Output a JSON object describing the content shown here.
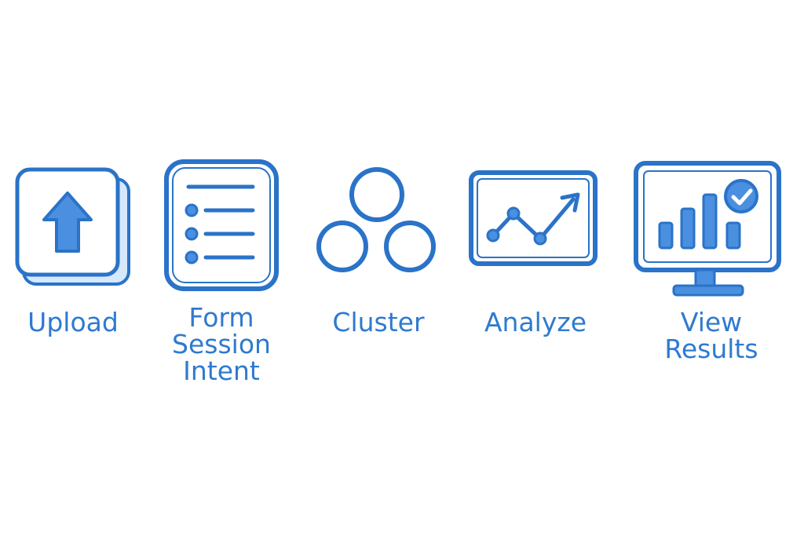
{
  "colors": {
    "stroke": "#2a73c8",
    "fill_light": "#d6e8fb",
    "fill_mid": "#4a8fe0",
    "text": "#2e7ad0"
  },
  "steps": [
    {
      "icon": "upload-icon",
      "label_lines": [
        "Upload"
      ]
    },
    {
      "icon": "form-list-icon",
      "label_lines": [
        "Form",
        "Session",
        "Intent"
      ]
    },
    {
      "icon": "cluster-circles-icon",
      "label_lines": [
        "Cluster"
      ]
    },
    {
      "icon": "line-chart-icon",
      "label_lines": [
        "Analyze"
      ]
    },
    {
      "icon": "monitor-bar-chart-check-icon",
      "label_lines": [
        "View",
        "Results"
      ]
    }
  ]
}
